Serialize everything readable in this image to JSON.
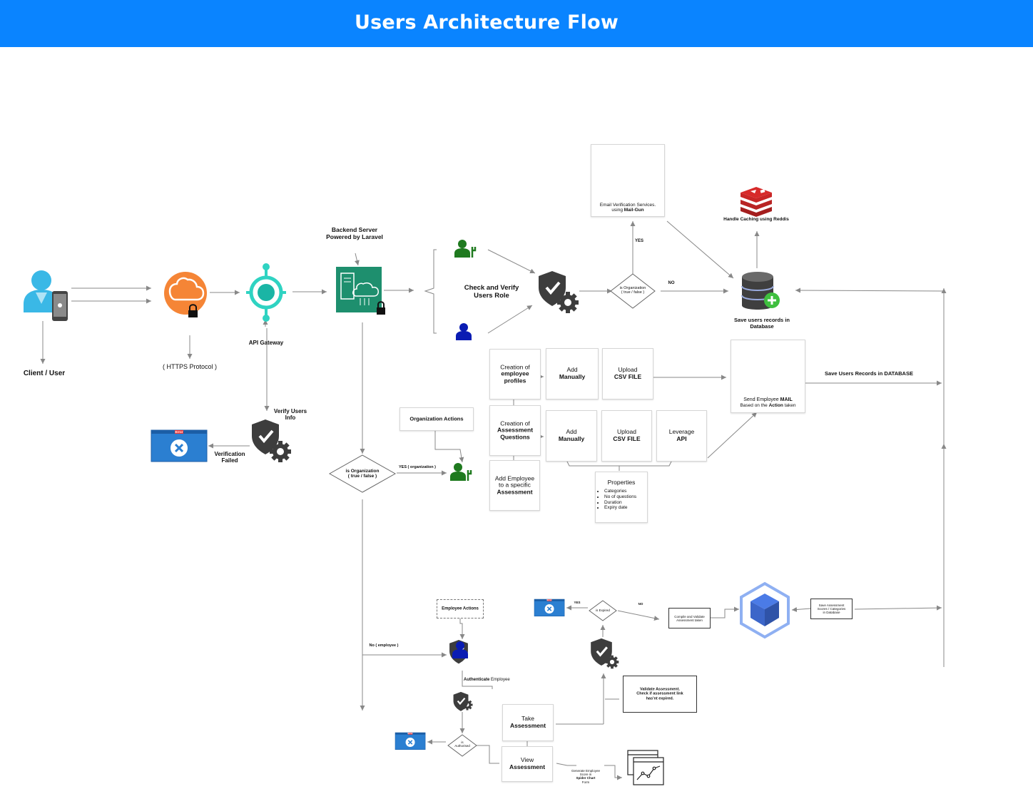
{
  "title": "Users Architecture Flow",
  "nodes": {
    "client": "Client / User",
    "https": "( HTTPS Protocol )",
    "gateway": "API Gateway",
    "backend": "Backend Server Powered by Laravel",
    "check_role": "Check and Verify Users Role",
    "is_org_top": [
      "is Organization",
      "( true / false )"
    ],
    "yes": "YES",
    "no": "NO",
    "email_service": [
      "Email Verification Services.",
      "using",
      "Mail-Gun"
    ],
    "redis": "Handle Caching using Reddis",
    "save_db": "Save users records in Database",
    "verify_info": "Verify Users Info",
    "verification_failed": "Verification Failed",
    "error": "Error",
    "is_org_mid": [
      "is Organization",
      "( true / false )"
    ],
    "yes_org": "YES ( organization )",
    "org_actions": "Organization Actions",
    "no_employee": "No ( employee )",
    "creation_profiles": [
      "Creation of",
      "employee profiles"
    ],
    "creation_questions": [
      "Creation of",
      "Assessment Questions"
    ],
    "add_employee": [
      "Add Employee",
      "to a specific",
      "Assessment"
    ],
    "add_manually_1": [
      "Add",
      "Manually"
    ],
    "upload_csv_1": [
      "Upload",
      "CSV FILE"
    ],
    "add_manually_2": [
      "Add",
      "Manually"
    ],
    "upload_csv_2": [
      "Upload",
      "CSV FILE"
    ],
    "leverage_api": [
      "Leverage",
      "API"
    ],
    "properties": {
      "title": "Properties",
      "items": [
        "Categories",
        "No of questions",
        "Duration",
        "Expiry date"
      ]
    },
    "send_mail": [
      "Send Employee",
      "MAIL",
      "Based on the",
      "Action",
      "taken"
    ],
    "save_users_records": "Save Users Records in DATABASE",
    "employee_actions": "Employee Actions",
    "authenticate": [
      "Authenticate",
      "Employee"
    ],
    "is_authorised": [
      "is",
      "Authorised"
    ],
    "take_assessment": [
      "Take",
      "Assessment"
    ],
    "view_assessment": [
      "View",
      "Assessment"
    ],
    "spider_chart": [
      "Generate Employee",
      "Score in",
      "Spider Chart",
      "Form"
    ],
    "validate_assessment": [
      "Validate Assessment.",
      "Check if assessment link",
      "has'nt expired."
    ],
    "is_expired": "is Expired",
    "yes_small": "YES",
    "no_small": "NO",
    "compile_validate": [
      "Compile and Validate",
      "Assessment taken"
    ],
    "save_scores": [
      "Save Assessment",
      "Scores / Categories",
      "in Database"
    ]
  },
  "colors": {
    "header": "#0a84ff",
    "cloud_orange": "#f58536",
    "gateway_teal": "#2fd3c2",
    "server_green": "#1e8f6e",
    "shield_gray": "#3d3d3d",
    "mail_red": "#e0262c",
    "redis_red": "#d72a2a",
    "admin_green": "#1f7a1f",
    "user_blue": "#0a1cb3",
    "error_blue": "#2b7fd1",
    "cube_blue": "#4b7be6"
  },
  "icons": [
    "user-with-phone-icon",
    "cloud-lock-icon",
    "api-gateway-icon",
    "server-cloud-icon",
    "admin-user-icon",
    "user-icon",
    "security-shield-gear-icon",
    "mail-gun-icon",
    "redis-icon",
    "database-add-icon",
    "error-window-icon",
    "cube-icon",
    "spider-chart-icon"
  ]
}
